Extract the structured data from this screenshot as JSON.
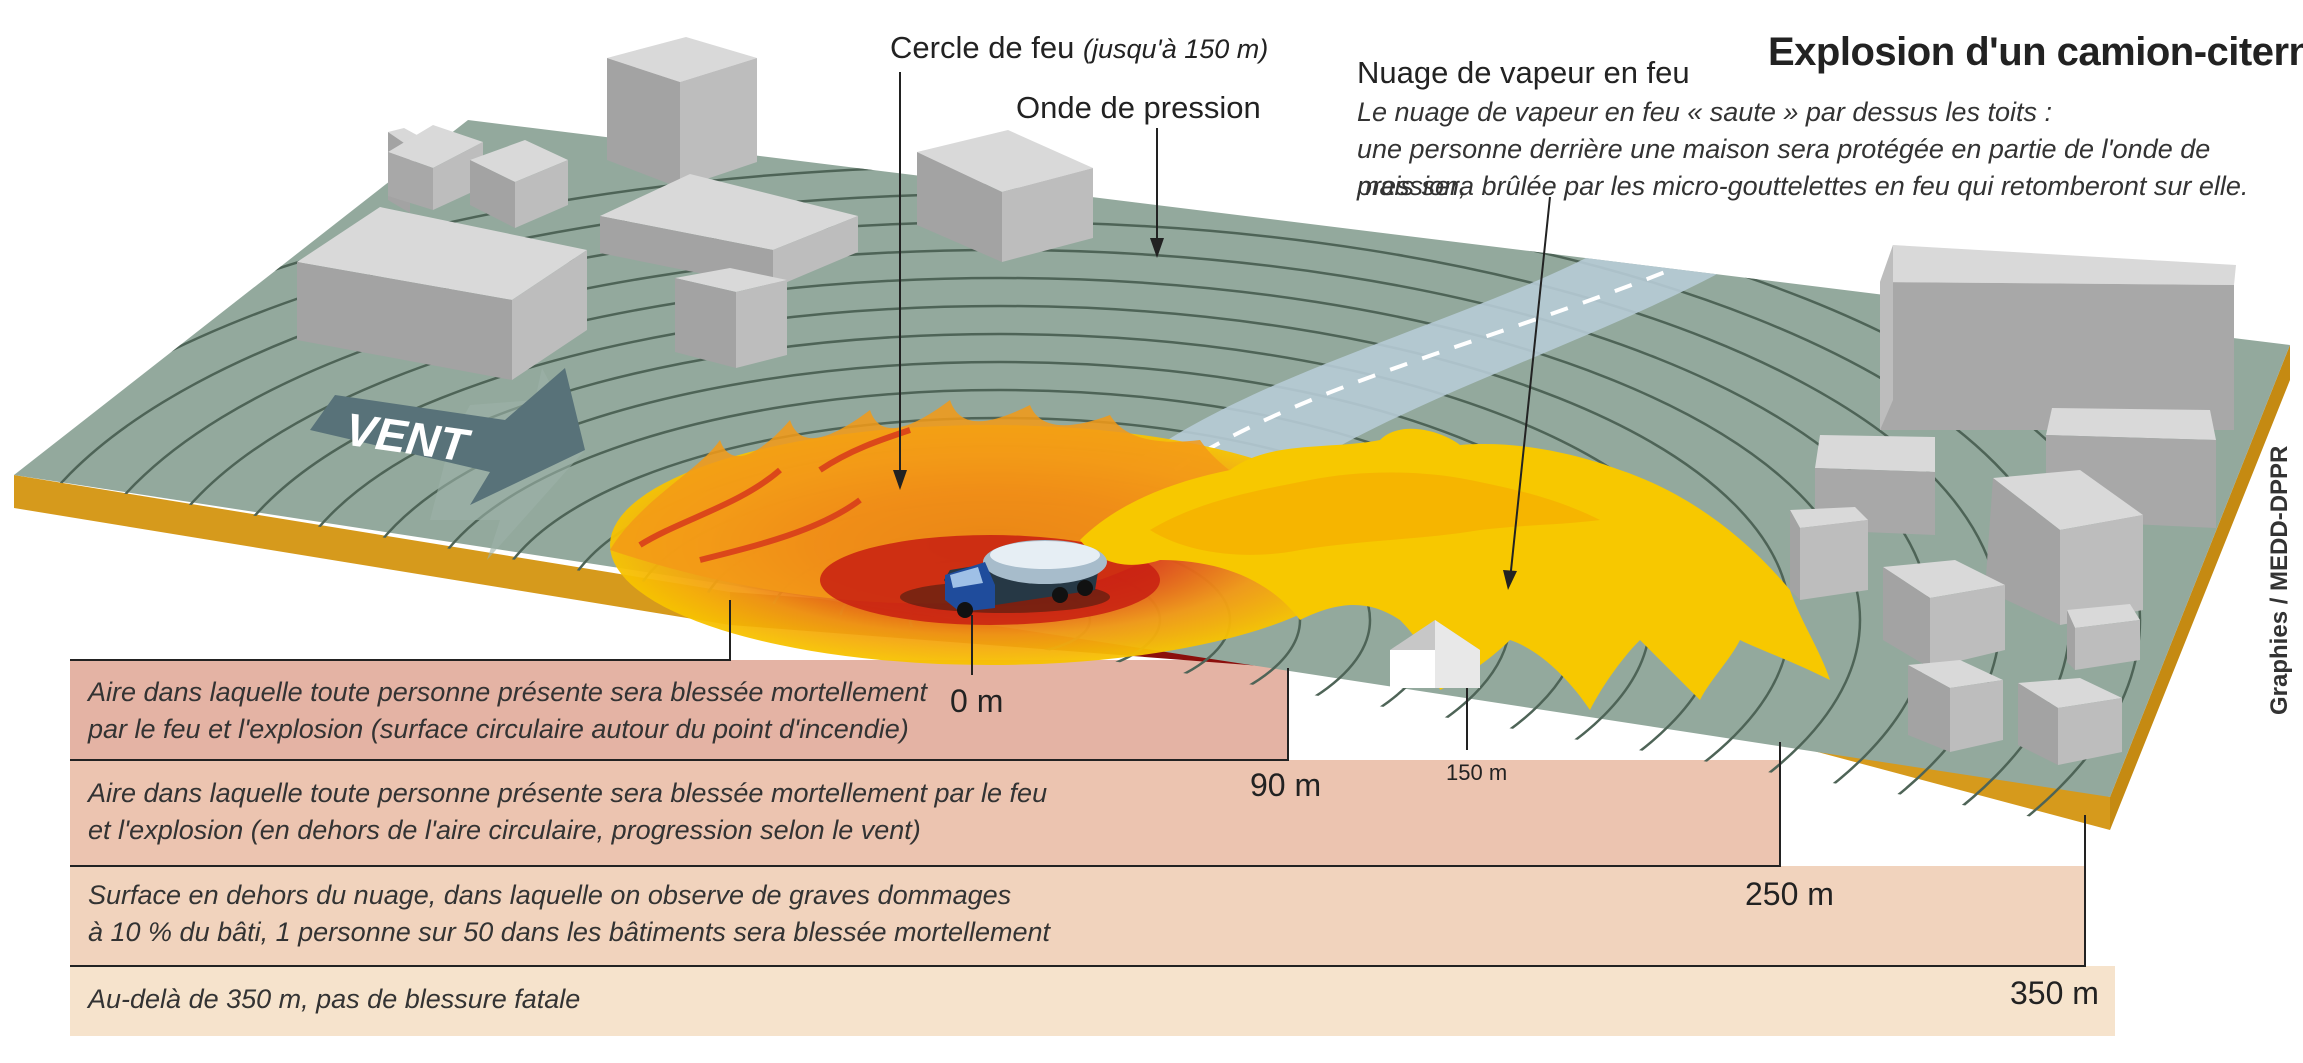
{
  "title": "Explosion d'un camion-citerne",
  "credit": "Graphies / MEDD-DPPR",
  "wind_label": "VENT",
  "labels": {
    "fire_circle": "Cercle de feu",
    "fire_circle_range": "(jusqu'à 150 m)",
    "pressure_wave": "Onde de pression",
    "vapor_cloud_title": "Nuage de vapeur en feu",
    "vapor_cloud_line1": "Le nuage de vapeur en feu « saute » par dessus les toits :",
    "vapor_cloud_line2": "une personne derrière une maison sera protégée en partie de l'onde de pression,",
    "vapor_cloud_line3": "mais sera brûlée par les micro-gouttelettes en feu qui retomberont sur elle."
  },
  "zones": [
    {
      "text_line1": "Aire dans laquelle toute personne présente sera blessée mortellement",
      "text_line2": "par le feu et l'explosion (surface circulaire autour du point d'incendie)",
      "distance": "90 m",
      "color": "#e4b3a4"
    },
    {
      "text_line1": "Aire dans laquelle toute personne présente sera blessée mortellement par le feu",
      "text_line2": "et l'explosion (en dehors de l'aire circulaire, progression selon le vent)",
      "distance": "250 m",
      "color": "#ecc4b0"
    },
    {
      "text_line1": "Surface en dehors du nuage, dans laquelle on observe de graves dommages",
      "text_line2": "à 10 % du bâti, 1 personne sur 50 dans les bâtiments sera blessée mortellement",
      "distance": "350 m",
      "color": "#f1d3bd"
    },
    {
      "text_line1": "Au-delà de 350 m, pas de blessure fatale",
      "text_line2": "",
      "distance": "",
      "color": "#f6e3cc"
    }
  ],
  "markers": {
    "origin": "0 m",
    "fire_limit": "150 m"
  },
  "colors": {
    "ground": "#93a99d",
    "rings": "#4e6457",
    "building_top": "#d8d8d8",
    "building_side": "#b3b3b3",
    "building_front": "#a3a3a3",
    "road": "#b7cbd6",
    "edge": "#d69a1c",
    "flame_yellow": "#f7c800",
    "flame_orange": "#f08a14",
    "flame_red": "#d4321c",
    "zone_dark_red": "#8b0f0c",
    "zone_brown": "#a8420f",
    "arrow": "#587279"
  }
}
